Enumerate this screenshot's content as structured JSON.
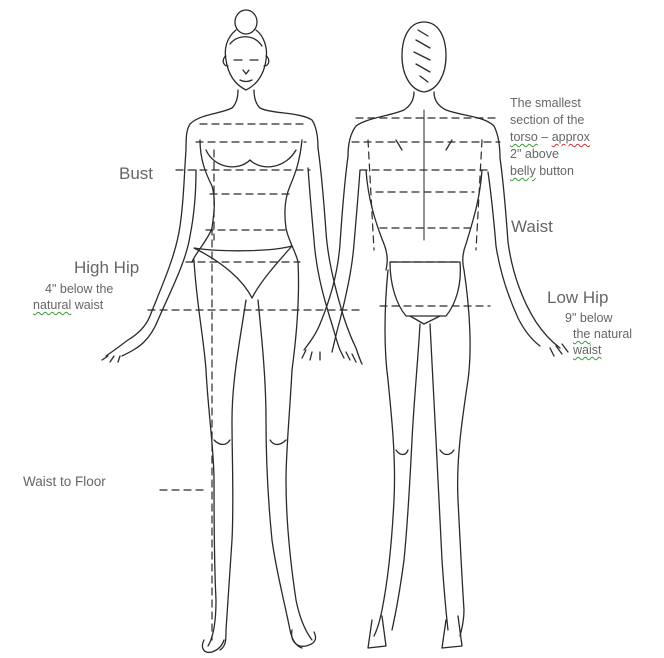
{
  "labels": {
    "bust": "Bust",
    "high_hip": {
      "title": "High Hip",
      "line1": "4\" below the",
      "line2_underlined": "natural",
      "line2_rest": " waist"
    },
    "waist_to_floor": "Waist to Floor",
    "torso_note": {
      "line1": "The smallest",
      "line2": "section of the",
      "line3_word1": "torso",
      "line3_sep": " – ",
      "line3_word2": "approx",
      "line4": "2\" above",
      "line5_word1": "belly",
      "line5_rest": " button"
    },
    "waist": "Waist",
    "low_hip": {
      "title": "Low Hip",
      "line1": "9\" below",
      "line2_word1": "the",
      "line2_rest": " natural",
      "line3": "waist"
    }
  },
  "colors": {
    "ink": "#2a2a2a",
    "label_text": "#666666",
    "spellcheck_green": "#3a9a3a",
    "spellcheck_red": "#d03030"
  }
}
